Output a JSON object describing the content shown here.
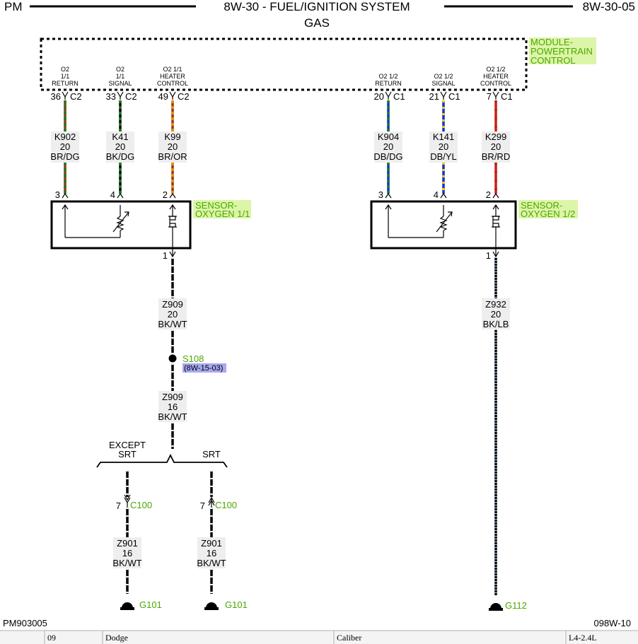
{
  "header": {
    "left": "PM",
    "title": "8W-30 - FUEL/IGNITION SYSTEM",
    "subtitle": "GAS",
    "page": "8W-30-05"
  },
  "module": {
    "label": [
      "MODULE-",
      "POWERTRAIN",
      "CONTROL"
    ]
  },
  "pcm_pins": [
    {
      "id": "p36",
      "label": [
        "O2",
        "1/1",
        "RETURN"
      ],
      "pin": "36",
      "connector": "C2"
    },
    {
      "id": "p33",
      "label": [
        "O2",
        "1/1",
        "SIGNAL"
      ],
      "pin": "33",
      "connector": "C2"
    },
    {
      "id": "p49",
      "label": [
        "O2 1/1",
        "HEATER",
        "CONTROL"
      ],
      "pin": "49",
      "connector": "C2"
    },
    {
      "id": "p20",
      "label": [
        "O2 1/2",
        "RETURN"
      ],
      "pin": "20",
      "connector": "C1"
    },
    {
      "id": "p21",
      "label": [
        "O2 1/2",
        "SIGNAL"
      ],
      "pin": "21",
      "connector": "C1"
    },
    {
      "id": "p7",
      "label": [
        "O2 1/2",
        "HEATER",
        "CONTROL"
      ],
      "pin": "7",
      "connector": "C1"
    }
  ],
  "wires_top": [
    {
      "circuit": "K902",
      "gauge": "20",
      "color": "BR/DG"
    },
    {
      "circuit": "K41",
      "gauge": "20",
      "color": "BK/DG"
    },
    {
      "circuit": "K99",
      "gauge": "20",
      "color": "BR/OR"
    },
    {
      "circuit": "K904",
      "gauge": "20",
      "color": "DB/DG"
    },
    {
      "circuit": "K141",
      "gauge": "20",
      "color": "DB/YL"
    },
    {
      "circuit": "K299",
      "gauge": "20",
      "color": "BR/RD"
    }
  ],
  "sensor_pins": [
    "3",
    "4",
    "2",
    "3",
    "4",
    "2"
  ],
  "sensors": [
    {
      "label": [
        "SENSOR-",
        "OXYGEN 1/1"
      ],
      "ground_pin": "1"
    },
    {
      "label": [
        "SENSOR-",
        "OXYGEN 1/2"
      ],
      "ground_pin": "1"
    }
  ],
  "ground_wires": {
    "z909a": {
      "circuit": "Z909",
      "gauge": "20",
      "color": "BK/WT"
    },
    "z909b": {
      "circuit": "Z909",
      "gauge": "16",
      "color": "BK/WT"
    },
    "z932": {
      "circuit": "Z932",
      "gauge": "20",
      "color": "BK/LB"
    },
    "z901a": {
      "circuit": "Z901",
      "gauge": "16",
      "color": "BK/WT"
    },
    "z901b": {
      "circuit": "Z901",
      "gauge": "16",
      "color": "BK/WT"
    }
  },
  "splice": {
    "name": "S108",
    "ref": "(8W-15-03)"
  },
  "branches": {
    "left": [
      "EXCEPT",
      "SRT"
    ],
    "right": "SRT"
  },
  "c100": [
    {
      "pin": "7",
      "name": "C100"
    },
    {
      "pin": "7",
      "name": "C100"
    }
  ],
  "grounds": [
    "G101",
    "G101",
    "G112"
  ],
  "footer": {
    "left": "PM903005",
    "right": "098W-10"
  },
  "bottom_bar": [
    "09",
    "Dodge",
    "Caliber",
    "L4-2.4L"
  ],
  "colors": {
    "BR": "#8b3a1a",
    "DG": "#1e7a1e",
    "BK": "#000000",
    "OR": "#f08a00",
    "DB": "#1030d8",
    "YL": "#f0d000",
    "RD": "#d81818",
    "WT": "#ffffff",
    "LB": "#a8d0f0",
    "label_highlight": "#ddf5a8",
    "ref_highlight": "#a8a8f0",
    "green_text": "#4aa800"
  }
}
